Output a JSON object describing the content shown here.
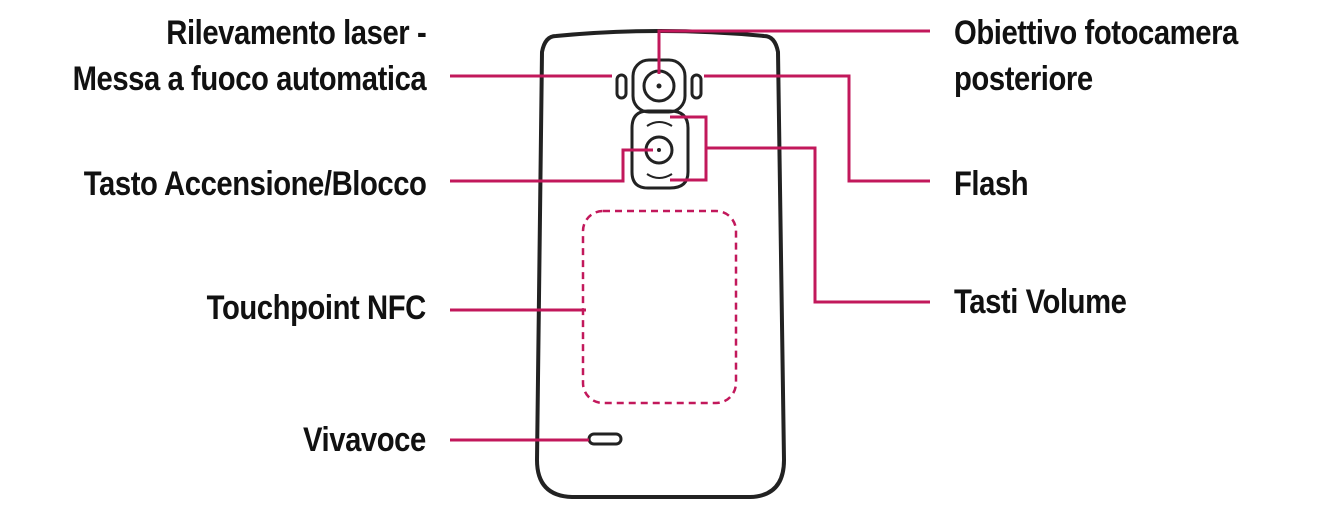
{
  "labels": {
    "laser_line1": "Rilevamento laser -",
    "laser_line2": "Messa a fuoco automatica",
    "power": "Tasto Accensione/Blocco",
    "nfc": "Touchpoint NFC",
    "speaker": "Vivavoce",
    "camera_line1": "Obiettivo fotocamera",
    "camera_line2": "posteriore",
    "flash": "Flash",
    "volume": "Tasti Volume"
  },
  "colors": {
    "leader_line": "#c2185b",
    "outline": "#222222",
    "text": "#111111",
    "background": "#ffffff"
  }
}
